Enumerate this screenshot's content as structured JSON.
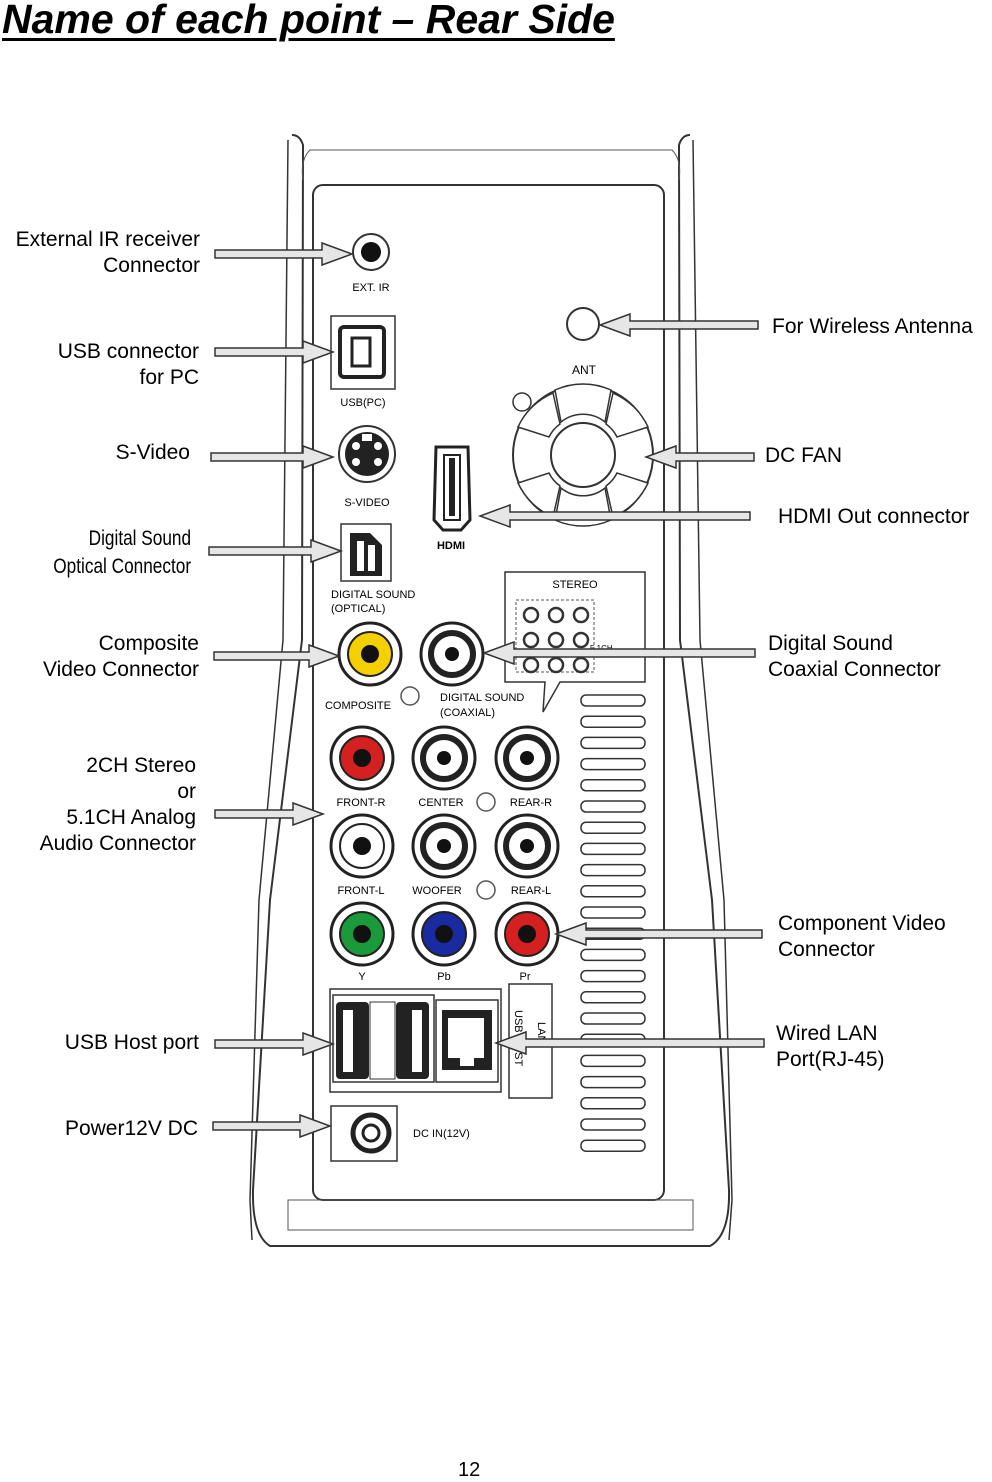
{
  "title": "Name of each point – Rear Side",
  "page_number": "12",
  "left_labels": {
    "ext_ir": [
      "External IR receiver",
      "Connector"
    ],
    "usb_pc": [
      "USB connector",
      "for PC"
    ],
    "svideo": [
      "S-Video"
    ],
    "optical": [
      "Digital Sound",
      "Optical Connector"
    ],
    "composite": [
      "Composite",
      "Video Connector"
    ],
    "analog": [
      "2CH Stereo",
      "or",
      "5.1CH Analog",
      "Audio Connector"
    ],
    "usb_host": [
      "USB Host port"
    ],
    "power": [
      "Power12V DC"
    ]
  },
  "right_labels": {
    "antenna": [
      "For Wireless Antenna"
    ],
    "fan": [
      "DC FAN"
    ],
    "hdmi": [
      "HDMI Out connector"
    ],
    "coaxial": [
      "Digital Sound",
      "Coaxial Connector"
    ],
    "component": [
      "Component Video",
      "Connector"
    ],
    "lan": [
      "Wired LAN",
      "Port(RJ-45)"
    ]
  },
  "device_labels": {
    "ext_ir": "EXT. IR",
    "usb_pc": "USB(PC)",
    "svideo": "S-VIDEO",
    "hdmi": "HDMI",
    "ant": "ANT",
    "optical_1": "DIGITAL SOUND",
    "optical_2": "(OPTICAL)",
    "stereo": "STEREO",
    "ch51": "5.1CH",
    "composite": "COMPOSITE",
    "coaxial_1": "DIGITAL SOUND",
    "coaxial_2": "(COAXIAL)",
    "front_r": "FRONT-R",
    "center": "CENTER",
    "rear_r": "REAR-R",
    "front_l": "FRONT-L",
    "woofer": "WOOFER",
    "rear_l": "REAR-L",
    "y": "Y",
    "pb": "Pb",
    "pr": "Pr",
    "usb_host": "USB HOST",
    "lan": "LAN",
    "dc_in": "DC IN(12V)"
  },
  "colors": {
    "yellow": "#f5d000",
    "red": "#d42020",
    "white": "#ffffff",
    "green": "#1a9a3a",
    "blue": "#1a2aa0",
    "arrow_fill": "#e6e6e6"
  }
}
